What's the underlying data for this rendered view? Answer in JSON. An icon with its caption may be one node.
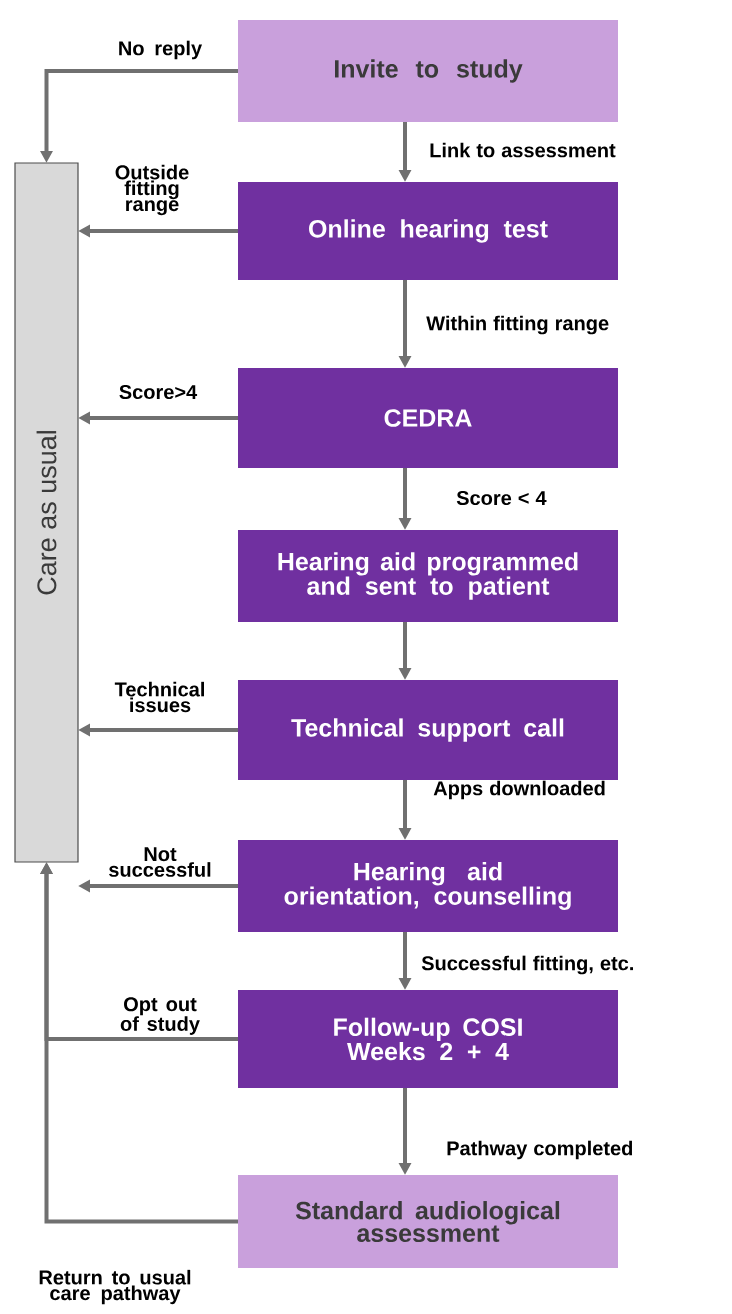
{
  "diagram": {
    "nodes": [
      {
        "text": [
          "Invite to study"
        ]
      },
      {
        "text": [
          "Care as usual"
        ]
      },
      {
        "text": [
          "Online hearing test"
        ]
      },
      {
        "text": [
          "CEDRA"
        ]
      },
      {
        "text": [
          "Hearing aid programmed and sent to patient"
        ]
      },
      {
        "text": [
          "Technical support call"
        ]
      },
      {
        "text": [
          "Hearing aid orientation, counselling"
        ]
      },
      {
        "text": [
          "Follow-up COSI Weeks 2 + 4"
        ]
      },
      {
        "text": [
          "Standard audiological assessment"
        ]
      }
    ],
    "edges": [
      {
        "from": 0,
        "to": 1,
        "arrow": "to",
        "label": "No reply"
      },
      {
        "from": 0,
        "to": 2,
        "arrow": "to",
        "label": "Link to assessment"
      },
      {
        "from": 2,
        "to": 1,
        "arrow": "to",
        "label": "Outside fitting range"
      },
      {
        "from": 2,
        "to": 3,
        "arrow": "to",
        "label": "Within fitting range"
      },
      {
        "from": 3,
        "to": 1,
        "arrow": "to",
        "label": "Score>4"
      },
      {
        "from": 3,
        "to": 4,
        "arrow": "to",
        "label": "Score < 4"
      },
      {
        "from": 4,
        "to": 5,
        "arrow": "to"
      },
      {
        "from": 5,
        "to": 1,
        "arrow": "to",
        "label": "Technical issues"
      },
      {
        "from": 5,
        "to": 6,
        "arrow": "to",
        "label": "Apps downloaded"
      },
      {
        "from": 6,
        "to": 1,
        "arrow": "to",
        "label": "Not successful"
      },
      {
        "from": 6,
        "to": 7,
        "arrow": "to",
        "label": "Successful fitting, etc."
      },
      {
        "from": 7,
        "to": 1,
        "arrow": "to",
        "label": "Opt out of study"
      },
      {
        "from": 7,
        "to": 8,
        "arrow": "to",
        "label": "Pathway completed"
      },
      {
        "from": 8,
        "to": 1,
        "arrow": "to",
        "label": "Return to usual care pathway"
      }
    ]
  }
}
